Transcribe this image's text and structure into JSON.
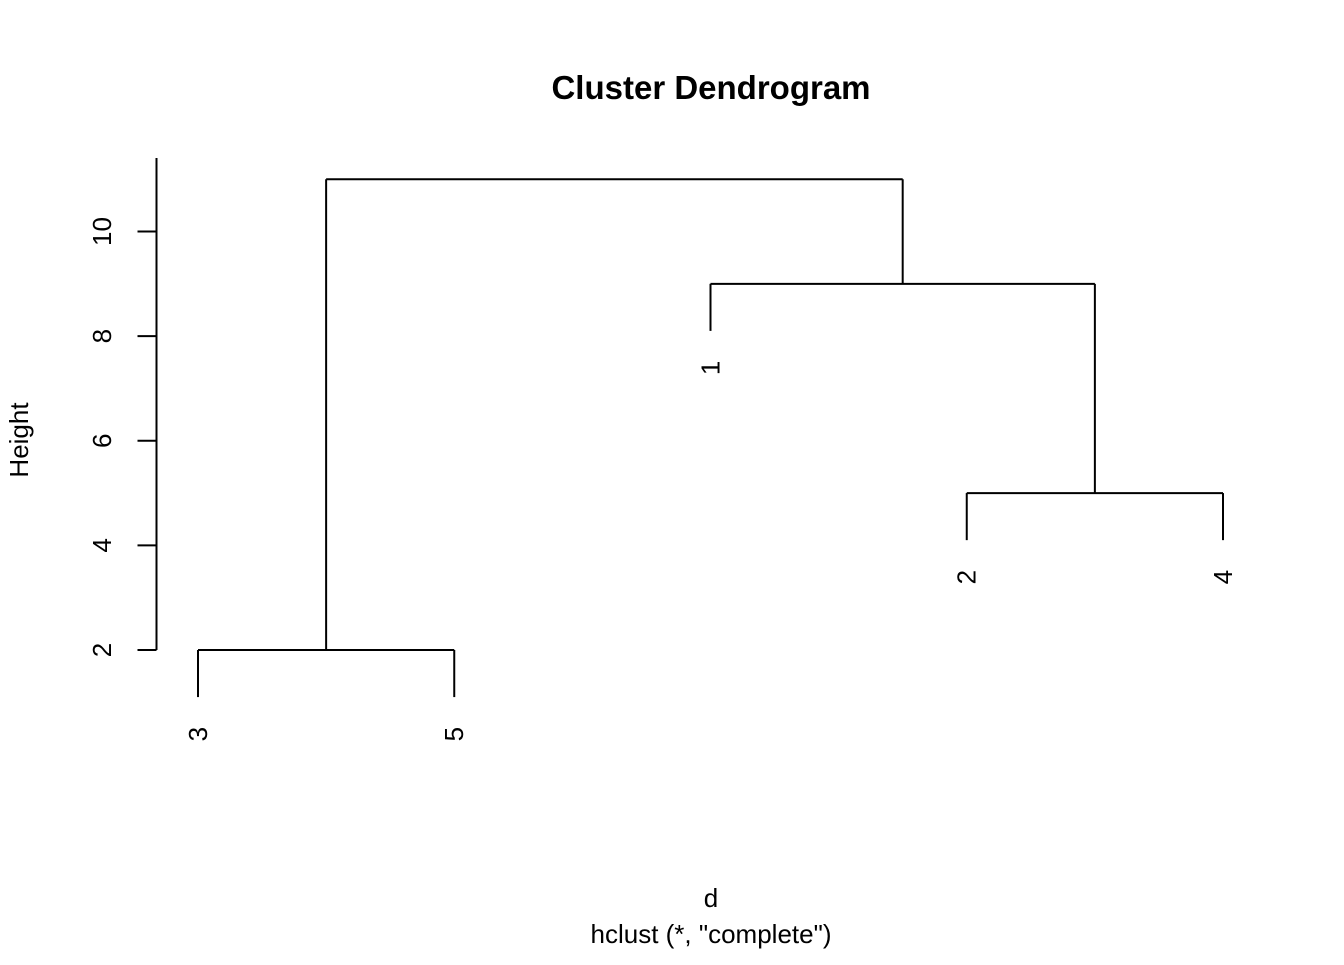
{
  "title": "Cluster Dendrogram",
  "y_axis": {
    "label": "Height",
    "ticks": [
      2,
      4,
      6,
      8,
      10
    ]
  },
  "x_axis": {
    "caption_line1": "d",
    "caption_line2": "hclust (*, \"complete\")"
  },
  "chart_data": {
    "type": "dendrogram",
    "title": "Cluster Dendrogram",
    "ylabel": "Height",
    "xlabel": "d",
    "sub_caption": "hclust (*, \"complete\")",
    "leaf_order": [
      "3",
      "5",
      "1",
      "2",
      "4"
    ],
    "merges": [
      {
        "cluster": [
          "3",
          "5"
        ],
        "height": 2
      },
      {
        "cluster": [
          "2",
          "4"
        ],
        "height": 5
      },
      {
        "cluster": [
          "1",
          "(2,4)"
        ],
        "height": 9
      },
      {
        "cluster": [
          "(3,5)",
          "(1,(2,4))"
        ],
        "height": 11
      }
    ],
    "tree": {
      "height": 11,
      "children": [
        {
          "height": 2,
          "children": [
            {
              "leaf": "3"
            },
            {
              "leaf": "5"
            }
          ]
        },
        {
          "height": 9,
          "children": [
            {
              "leaf": "1"
            },
            {
              "height": 5,
              "children": [
                {
                  "leaf": "2"
                },
                {
                  "leaf": "4"
                }
              ]
            }
          ]
        }
      ]
    },
    "hang": 0.9,
    "yticks": [
      2,
      4,
      6,
      8,
      10
    ],
    "ylim": [
      2,
      11
    ],
    "grid": false,
    "legend": false,
    "colors": {
      "line": "#000000",
      "text": "#000000",
      "background": "#ffffff"
    }
  }
}
